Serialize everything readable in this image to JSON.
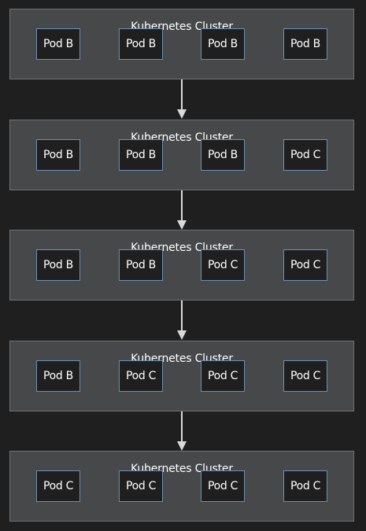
{
  "diagram": {
    "clusters": [
      {
        "title": "Kubernetes Cluster",
        "pods": [
          "Pod B",
          "Pod B",
          "Pod B",
          "Pod B"
        ]
      },
      {
        "title": "Kubernetes Cluster",
        "pods": [
          "Pod B",
          "Pod B",
          "Pod B",
          "Pod C"
        ]
      },
      {
        "title": "Kubernetes Cluster",
        "pods": [
          "Pod B",
          "Pod B",
          "Pod C",
          "Pod C"
        ]
      },
      {
        "title": "Kubernetes Cluster",
        "pods": [
          "Pod B",
          "Pod C",
          "Pod C",
          "Pod C"
        ]
      },
      {
        "title": "Kubernetes Cluster",
        "pods": [
          "Pod C",
          "Pod C",
          "Pod C",
          "Pod C"
        ]
      }
    ],
    "colors": {
      "background": "#1f1f1f",
      "cluster_fill": "#464849",
      "cluster_border": "#6f7173",
      "pod_fill": "#1f1f1f",
      "pod_border": "#6b8fb5",
      "text": "#ffffff",
      "arrow": "#d9d9d9"
    }
  }
}
